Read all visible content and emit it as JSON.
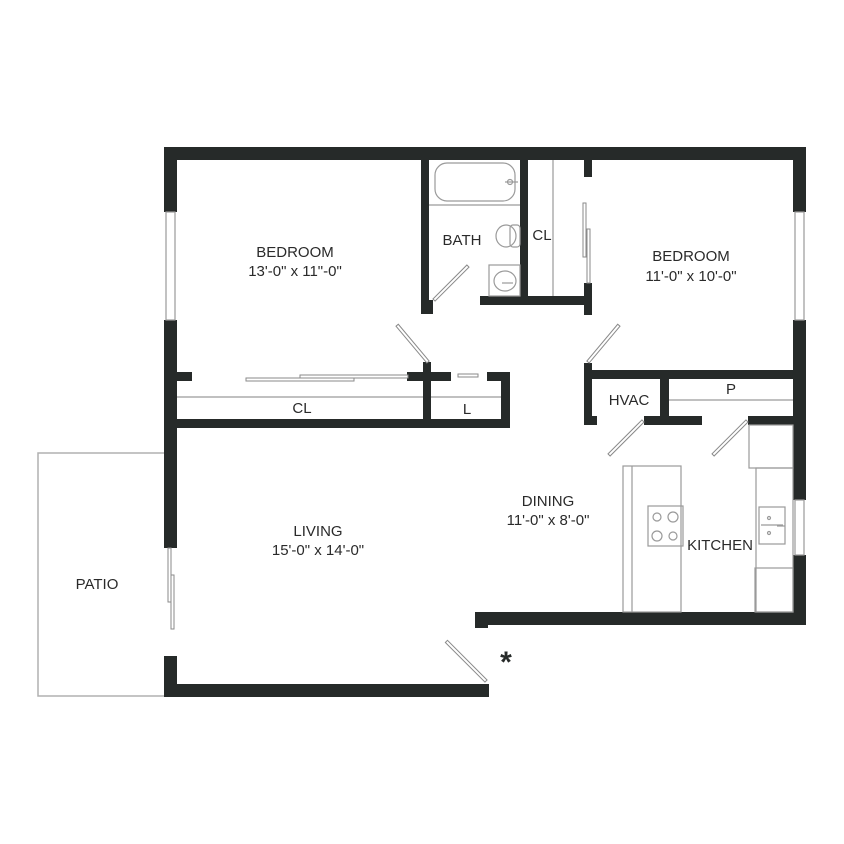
{
  "floor_plan": {
    "rooms": {
      "bedroom_1": {
        "name": "BEDROOM",
        "dimensions": "13'-0\" x 11\"-0\""
      },
      "bath": {
        "name": "BATH"
      },
      "closet_bath": {
        "name": "CL"
      },
      "bedroom_2": {
        "name": "BEDROOM",
        "dimensions": "11'-0\" x 10'-0\""
      },
      "closet_bedroom": {
        "name": "CL"
      },
      "linen": {
        "name": "L"
      },
      "hvac": {
        "name": "HVAC"
      },
      "pantry": {
        "name": "P"
      },
      "dining": {
        "name": "DINING",
        "dimensions": "11'-0\" x 8'-0\""
      },
      "kitchen": {
        "name": "KITCHEN"
      },
      "living": {
        "name": "LIVING",
        "dimensions": "15'-0\" x 14'-0\""
      },
      "patio": {
        "name": "PATIO"
      }
    },
    "entry_marker": "*",
    "colors": {
      "wall": "#262a29",
      "line": "#9a9a9a",
      "background": "#ffffff"
    }
  }
}
